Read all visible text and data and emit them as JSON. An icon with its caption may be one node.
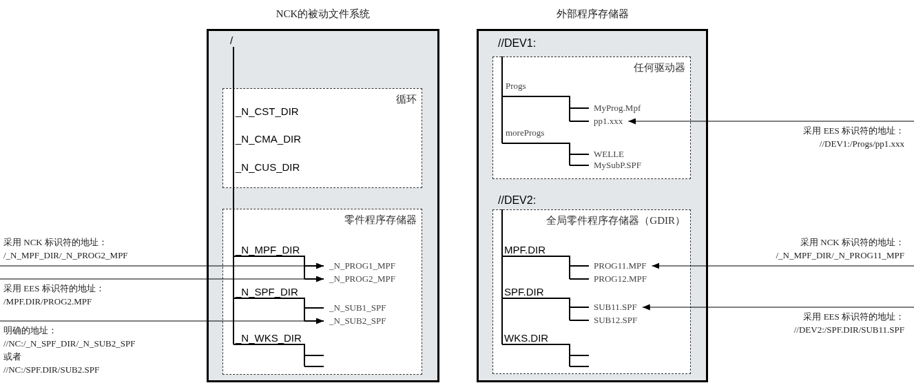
{
  "diagram": {
    "nodes": [
      {
        "text": [
          "NCK的被动文件系统"
        ]
      },
      {
        "text": [
          "/"
        ],
        "in": 0
      },
      {
        "text": [
          "循环"
        ],
        "in": 0
      },
      {
        "text": [
          "_N_CST_DIR"
        ],
        "in": 2
      },
      {
        "text": [
          "_N_CMA_DIR"
        ],
        "in": 2
      },
      {
        "text": [
          "_N_CUS_DIR"
        ],
        "in": 2
      },
      {
        "text": [
          "零件程序存储器"
        ],
        "in": 0
      },
      {
        "text": [
          "_N_MPF_DIR"
        ],
        "in": 6
      },
      {
        "text": [
          "_N_PROG1_MPF"
        ],
        "in": 6
      },
      {
        "text": [
          "_N_PROG2_MPF"
        ],
        "in": 6
      },
      {
        "text": [
          "_N_SPF_DIR"
        ],
        "in": 6
      },
      {
        "text": [
          "_N_SUB1_SPF"
        ],
        "in": 6
      },
      {
        "text": [
          "_N_SUB2_SPF"
        ],
        "in": 6
      },
      {
        "text": [
          "_N_WKS_DIR"
        ],
        "in": 6
      },
      {
        "text": [
          "外部程序存储器"
        ]
      },
      {
        "text": [
          "//DEV1:",
          "任何驱动器"
        ],
        "in": 14
      },
      {
        "text": [
          "Progs"
        ],
        "in": 15
      },
      {
        "text": [
          "MyProg.Mpf"
        ],
        "in": 15
      },
      {
        "text": [
          "pp1.xxx"
        ],
        "in": 15
      },
      {
        "text": [
          "moreProgs"
        ],
        "in": 15
      },
      {
        "text": [
          "WELLE"
        ],
        "in": 15
      },
      {
        "text": [
          "MySubP.SPF"
        ],
        "in": 15
      },
      {
        "text": [
          "//DEV2:",
          "全局零件程序存储器（GDIR）"
        ],
        "in": 14
      },
      {
        "text": [
          "MPF.DIR"
        ],
        "in": 22
      },
      {
        "text": [
          "PROG11.MPF"
        ],
        "in": 22
      },
      {
        "text": [
          "PROG12.MPF"
        ],
        "in": 22
      },
      {
        "text": [
          "SPF.DIR"
        ],
        "in": 22
      },
      {
        "text": [
          "SUB11.SPF"
        ],
        "in": 22
      },
      {
        "text": [
          "SUB12.SPF"
        ],
        "in": 22
      },
      {
        "text": [
          "WKS.DIR"
        ],
        "in": 22
      },
      {
        "text": [
          "采用 NCK 标识符的地址：",
          "/_N_MPF_DIR/_N_PROG2_MPF"
        ]
      },
      {
        "text": [
          "采用 EES 标识符的地址：",
          "/MPF.DIR/PROG2.MPF"
        ]
      },
      {
        "text": [
          "明确的地址：",
          "//NC:/_N_SPF_DIR/_N_SUB2_SPF",
          "或者",
          "//NC:/SPF.DIR/SUB2.SPF"
        ]
      },
      {
        "text": [
          "采用 EES 标识符的地址：",
          "//DEV1:/Progs/pp1.xxx"
        ]
      },
      {
        "text": [
          "采用 NCK 标识符的地址：",
          "/_N_MPF_DIR/_N_PROG11_MPF"
        ]
      },
      {
        "text": [
          "采用 EES 标识符的地址：",
          "//DEV2:/SPF.DIR/SUB11.SPF"
        ]
      }
    ],
    "edges": [
      {
        "from": 1,
        "to": 3,
        "arrow": "none"
      },
      {
        "from": 1,
        "to": 4,
        "arrow": "none"
      },
      {
        "from": 1,
        "to": 5,
        "arrow": "none"
      },
      {
        "from": 1,
        "to": 7,
        "arrow": "none"
      },
      {
        "from": 1,
        "to": 10,
        "arrow": "none"
      },
      {
        "from": 1,
        "to": 13,
        "arrow": "none"
      },
      {
        "from": 7,
        "to": 8,
        "arrow": "none"
      },
      {
        "from": 7,
        "to": 9,
        "arrow": "none"
      },
      {
        "from": 10,
        "to": 11,
        "arrow": "none"
      },
      {
        "from": 10,
        "to": 12,
        "arrow": "none"
      },
      {
        "from": 13,
        "to": null,
        "arrow": "none"
      },
      {
        "from": 15,
        "to": 16,
        "arrow": "none"
      },
      {
        "from": 15,
        "to": 19,
        "arrow": "none"
      },
      {
        "from": 16,
        "to": 17,
        "arrow": "none"
      },
      {
        "from": 16,
        "to": 18,
        "arrow": "none"
      },
      {
        "from": 19,
        "to": 20,
        "arrow": "none"
      },
      {
        "from": 19,
        "to": 21,
        "arrow": "none"
      },
      {
        "from": 22,
        "to": 23,
        "arrow": "none"
      },
      {
        "from": 22,
        "to": 26,
        "arrow": "none"
      },
      {
        "from": 22,
        "to": 29,
        "arrow": "none"
      },
      {
        "from": 23,
        "to": 24,
        "arrow": "none"
      },
      {
        "from": 23,
        "to": 25,
        "arrow": "none"
      },
      {
        "from": 26,
        "to": 27,
        "arrow": "none"
      },
      {
        "from": 26,
        "to": 28,
        "arrow": "none"
      },
      {
        "from": 29,
        "to": null,
        "arrow": "none"
      },
      {
        "from": 30,
        "to": 8,
        "arrow": "to"
      },
      {
        "from": 31,
        "to": 9,
        "arrow": "to"
      },
      {
        "from": 32,
        "to": 12,
        "arrow": "to"
      },
      {
        "from": 33,
        "to": 18,
        "arrow": "to"
      },
      {
        "from": 34,
        "to": 24,
        "arrow": "to"
      },
      {
        "from": 35,
        "to": 27,
        "arrow": "to"
      }
    ]
  }
}
